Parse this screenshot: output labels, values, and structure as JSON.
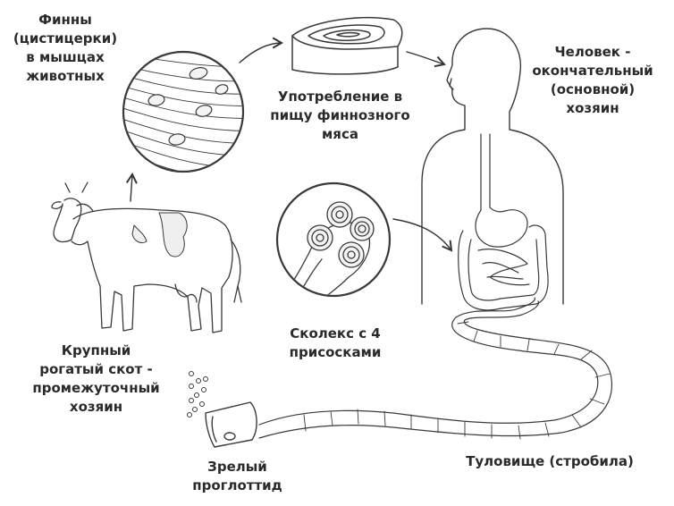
{
  "labels": {
    "finns": [
      "Финны",
      "(цистицерки)",
      "в мышцах",
      "животных"
    ],
    "eating": [
      "Употребление в",
      "пищу финнозного",
      "мяса"
    ],
    "human": [
      "Человек -",
      "окончательный",
      "(основной)",
      "хозяин"
    ],
    "scolex": [
      "Сколекс с 4",
      "присосками"
    ],
    "cattle": [
      "Крупный",
      "рогатый скот -",
      "промежуточный",
      "хозяин"
    ],
    "proglottid": [
      "Зрелый",
      "проглоттид"
    ],
    "strobila": [
      "Туловище (стробила)"
    ]
  },
  "icons": [
    "muscle-cysts-icon",
    "meat-piece-icon",
    "human-silhouette-icon",
    "digestive-tract-icon",
    "scolex-icon",
    "cow-icon",
    "tapeworm-body-icon",
    "proglottid-icon",
    "eggs-icon"
  ],
  "colors": {
    "line": "#3a3a3a",
    "background": "#ffffff",
    "text": "#2a2a2a",
    "fill": "#f2f2f2"
  }
}
